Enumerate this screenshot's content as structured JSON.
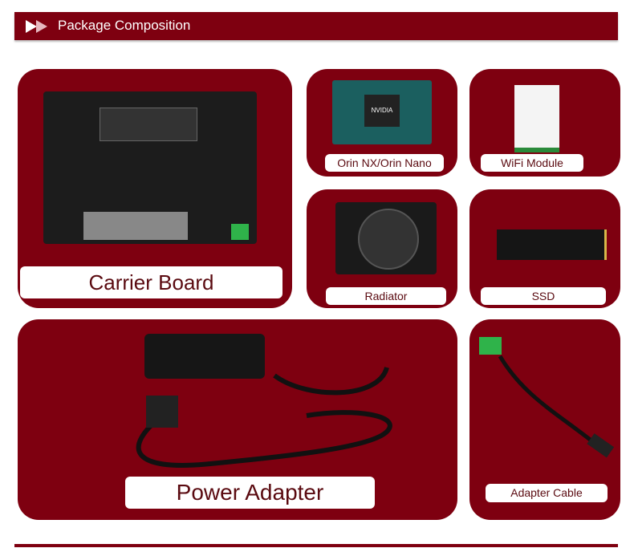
{
  "header": {
    "title": "Package Composition"
  },
  "items": [
    {
      "label": "Carrier Board"
    },
    {
      "label": "Orin NX/Orin Nano"
    },
    {
      "label": "WiFi Module"
    },
    {
      "label": "Radiator"
    },
    {
      "label": "SSD"
    },
    {
      "label": "Power Adapter"
    },
    {
      "label": "Adapter Cable"
    }
  ],
  "colors": {
    "brand": "#7e0010"
  }
}
